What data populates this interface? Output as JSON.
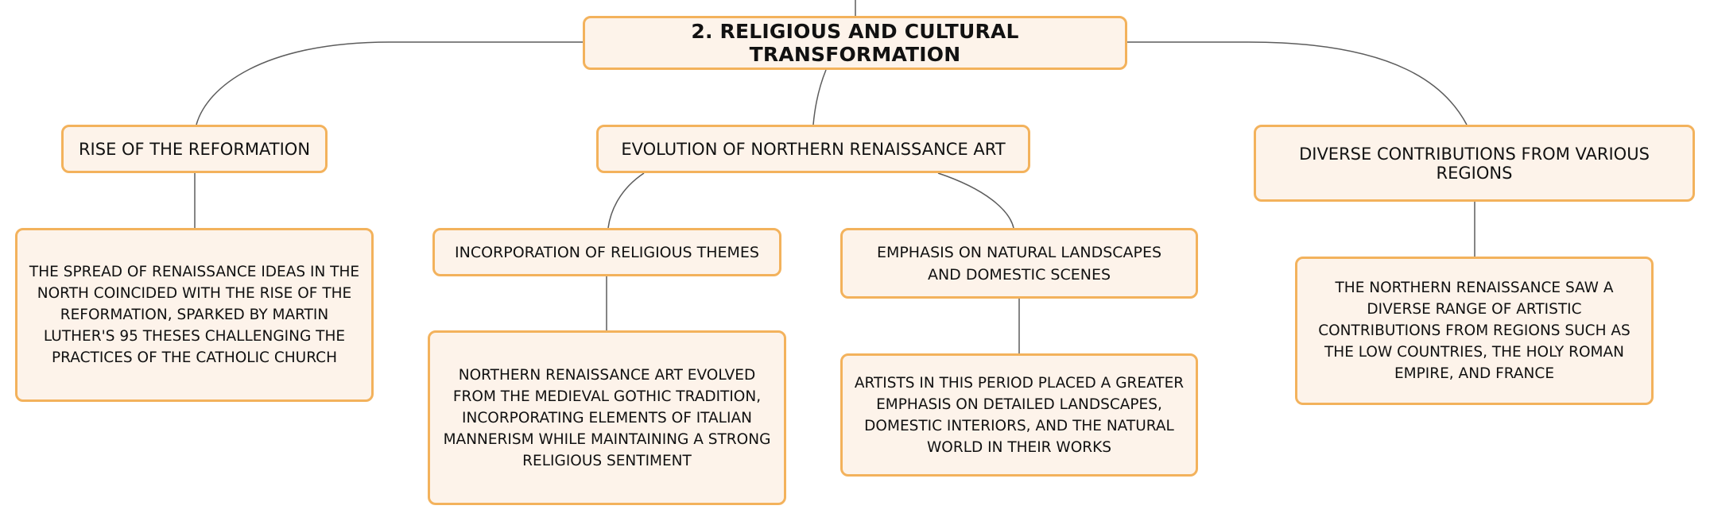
{
  "colors": {
    "node_fill": "#fdf3ea",
    "node_border": "#f3b25c",
    "connector": "#5c5c5c",
    "text": "#111111"
  },
  "mindmap": {
    "root": {
      "label": "2. RELIGIOUS AND CULTURAL TRANSFORMATION"
    },
    "branches": [
      {
        "label": "RISE OF THE REFORMATION",
        "detail": "THE SPREAD OF RENAISSANCE IDEAS IN THE NORTH COINCIDED WITH THE RISE OF THE REFORMATION, SPARKED BY MARTIN LUTHER'S 95 THESES CHALLENGING THE PRACTICES OF THE CATHOLIC CHURCH"
      },
      {
        "label": "EVOLUTION OF NORTHERN RENAISSANCE ART",
        "children": [
          {
            "label": "INCORPORATION OF RELIGIOUS THEMES",
            "detail": "NORTHERN RENAISSANCE ART EVOLVED FROM THE MEDIEVAL GOTHIC TRADITION, INCORPORATING ELEMENTS OF ITALIAN MANNERISM WHILE MAINTAINING A STRONG RELIGIOUS SENTIMENT"
          },
          {
            "label": "EMPHASIS ON NATURAL LANDSCAPES AND DOMESTIC SCENES",
            "detail": "ARTISTS IN THIS PERIOD PLACED A GREATER EMPHASIS ON DETAILED LANDSCAPES, DOMESTIC INTERIORS, AND THE NATURAL WORLD IN THEIR WORKS"
          }
        ]
      },
      {
        "label": "DIVERSE CONTRIBUTIONS FROM VARIOUS REGIONS",
        "detail": "THE NORTHERN RENAISSANCE SAW A DIVERSE RANGE OF ARTISTIC CONTRIBUTIONS FROM REGIONS SUCH AS THE LOW COUNTRIES, THE HOLY ROMAN EMPIRE, AND FRANCE"
      }
    ]
  }
}
